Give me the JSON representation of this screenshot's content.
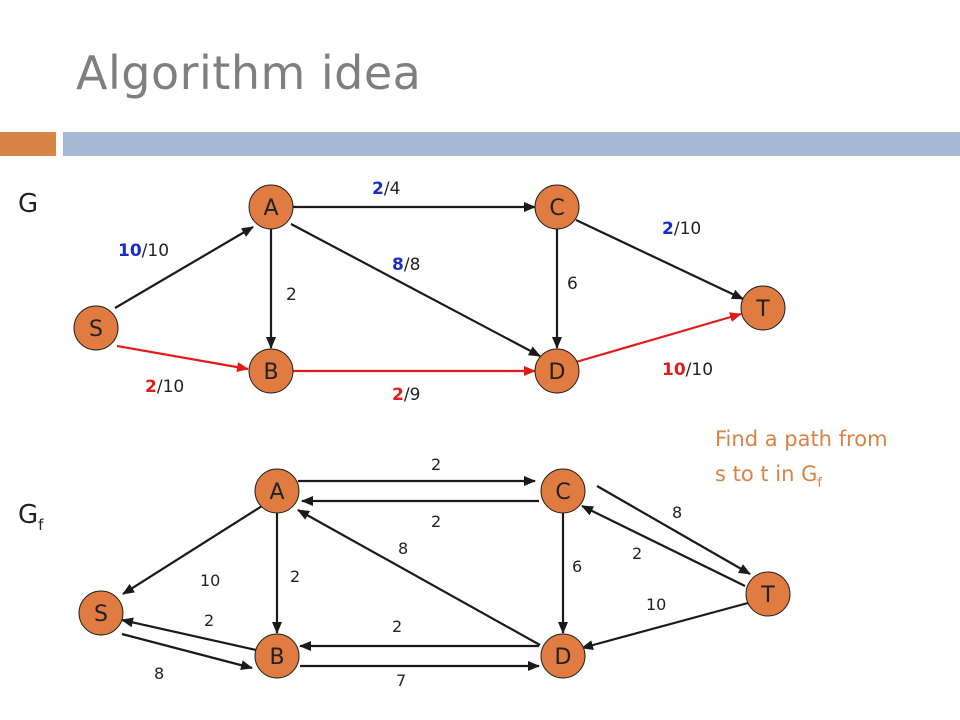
{
  "slide": {
    "title": "Algorithm idea",
    "accent_orange": "#d88346",
    "accent_blue": "#a3b9d6",
    "node_fill": "#e07b42",
    "red": "#e31b1b",
    "blue": "#1a2ec7"
  },
  "graph_g": {
    "label": "G",
    "nodes": {
      "S": "S",
      "A": "A",
      "B": "B",
      "C": "C",
      "D": "D",
      "T": "T"
    },
    "edges": {
      "s_a": {
        "flow": "10",
        "cap": "/10"
      },
      "s_b": {
        "flow": "2",
        "cap": "/10"
      },
      "a_c": {
        "flow": "2",
        "cap": "/4"
      },
      "a_d": {
        "flow": "8",
        "cap": "/8"
      },
      "a_b": {
        "cap": "2"
      },
      "c_d": {
        "cap": "6"
      },
      "c_t": {
        "flow": "2",
        "cap": "/10"
      },
      "b_d": {
        "flow": "2",
        "cap": "/9"
      },
      "d_t": {
        "flow": "10",
        "cap": "/10"
      }
    }
  },
  "graph_gf": {
    "label": "G",
    "label_sub": "f",
    "nodes": {
      "S": "S",
      "A": "A",
      "B": "B",
      "C": "C",
      "D": "D",
      "T": "T"
    },
    "edges": {
      "a_c": "2",
      "c_a": "2",
      "a_s": "10",
      "a_b": "2",
      "d_a": "8",
      "c_d": "6",
      "c_t": "8",
      "t_c": "2",
      "t_d": "10",
      "b_s": "2",
      "s_b": "8",
      "d_b": "2",
      "b_d": "7"
    }
  },
  "note": {
    "line1": "Find a path from",
    "line2_prefix": "s to t in G",
    "line2_sub": "f"
  }
}
